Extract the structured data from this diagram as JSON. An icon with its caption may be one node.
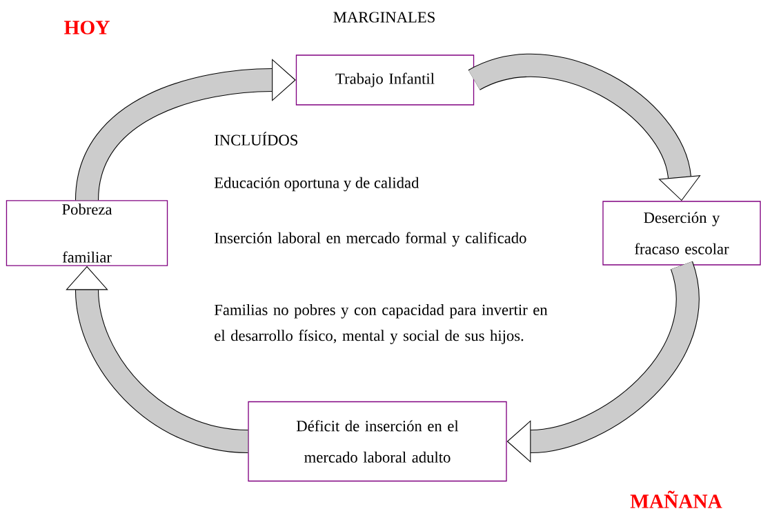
{
  "diagram": {
    "nodes": [
      {
        "text": [
          "Trabajo Infantil"
        ]
      },
      {
        "text": [
          "Deserción y fracaso escolar"
        ]
      },
      {
        "text": [
          "Déficit de inserción en el mercado laboral adulto"
        ]
      },
      {
        "text": [
          "Pobreza familiar"
        ]
      }
    ],
    "edges": [
      {
        "from": 0,
        "to": 1,
        "arrow": "to"
      },
      {
        "from": 1,
        "to": 2,
        "arrow": "to"
      },
      {
        "from": 2,
        "to": 3,
        "arrow": "to"
      },
      {
        "from": 3,
        "to": 0,
        "arrow": "to"
      }
    ],
    "labels": [
      "HOY",
      "MARGINALES",
      "INCLUÍDOS",
      "Educación oportuna y de calidad",
      "Inserción laboral en mercado formal y calificado",
      "Familias no pobres y con capacidad para invertir en el desarrollo físico, mental y social de sus hijos.",
      "MAÑANA"
    ]
  }
}
